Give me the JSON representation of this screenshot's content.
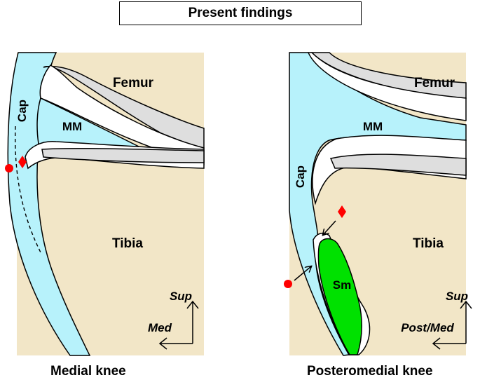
{
  "title": "Present findings",
  "colors": {
    "bone": "#f2e6c7",
    "capsule": "#b7f2fb",
    "cartilage": "#dedede",
    "semimembranosus": "#00e100",
    "marker": "#ff0000"
  },
  "panels": [
    {
      "caption": "Medial knee",
      "labels": {
        "femur": "Femur",
        "tibia": "Tibia",
        "meniscus": "MM",
        "capsule": "Cap"
      },
      "orientation": {
        "vertical": "Sup",
        "horizontal": "Med"
      }
    },
    {
      "caption": "Posteromedial knee",
      "labels": {
        "femur": "Femur",
        "tibia": "Tibia",
        "meniscus": "MM",
        "capsule": "Cap",
        "muscle": "Sm"
      },
      "orientation": {
        "vertical": "Sup",
        "horizontal": "Post/Med"
      }
    }
  ],
  "markers": [
    {
      "shape": "circle-icon"
    },
    {
      "shape": "diamond-icon"
    }
  ]
}
